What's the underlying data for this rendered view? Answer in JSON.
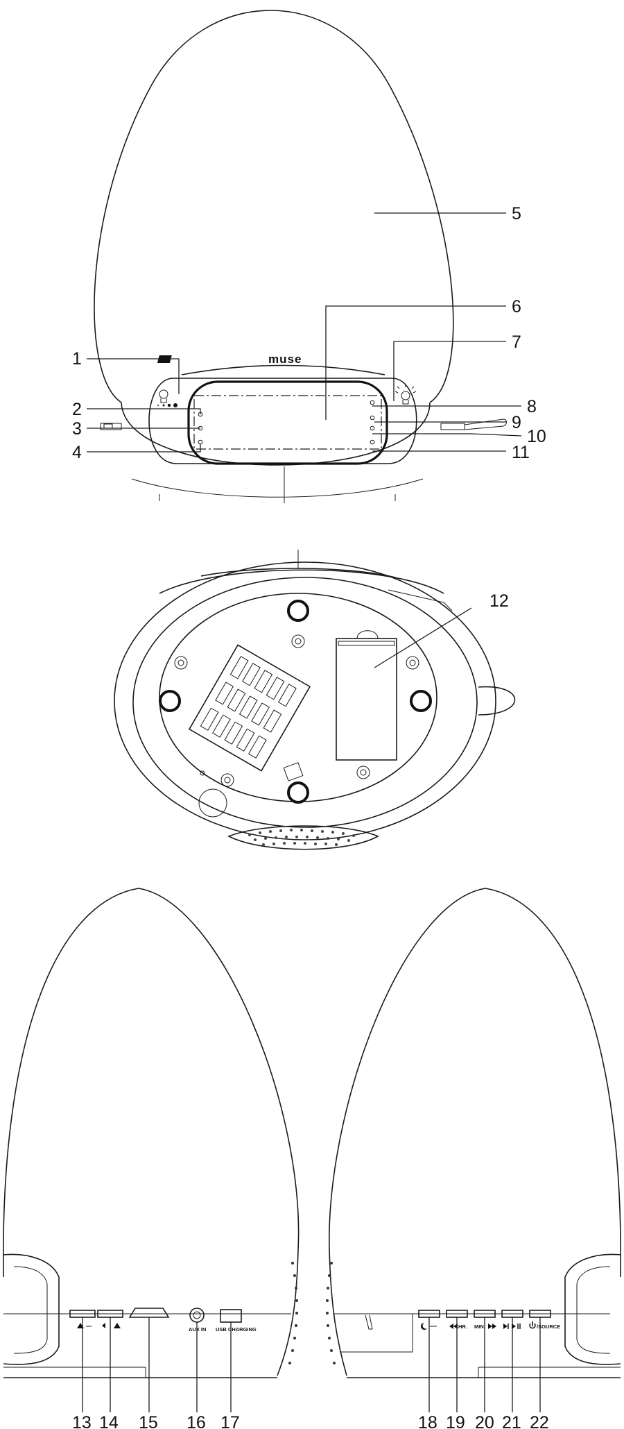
{
  "figure": {
    "front_callouts": [
      "1",
      "2",
      "3",
      "4",
      "5",
      "6",
      "7",
      "8",
      "9",
      "10",
      "11"
    ],
    "bottom_callouts": [
      "12"
    ],
    "side_callouts": [
      "13",
      "14",
      "15",
      "16",
      "17",
      "18",
      "19",
      "20",
      "21",
      "22"
    ]
  },
  "front_view": {
    "logo": "muse"
  },
  "left_side_view": {
    "aux_label": "AUX IN",
    "usb_label": "USB CHARGING"
  },
  "right_side_view": {
    "hr_label": "HR.",
    "min_label": "MIN.",
    "source_label": "/SOURCE"
  },
  "colors": {
    "line": "#1a1a1a",
    "background": "#ffffff"
  }
}
